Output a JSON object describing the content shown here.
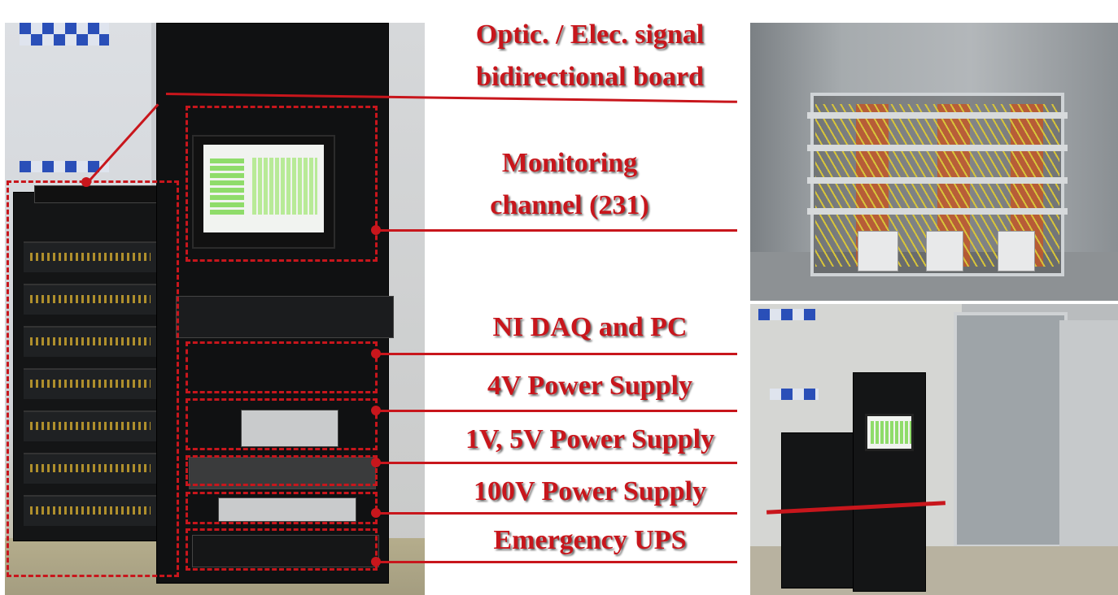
{
  "labels": {
    "optic_line1": "Optic. / Elec. signal",
    "optic_line2": "bidirectional board",
    "monitoring_line1": "Monitoring",
    "monitoring_line2": "channel (231)",
    "ni_daq": "NI DAQ  and PC",
    "ps_4v": "4V Power Supply",
    "ps_1v5v": "1V, 5V Power Supply",
    "ps_100v": "100V Power Supply",
    "ups": "Emergency UPS"
  },
  "colors": {
    "annotation": "#c8161c",
    "screen_green": "#8fdc6a"
  }
}
